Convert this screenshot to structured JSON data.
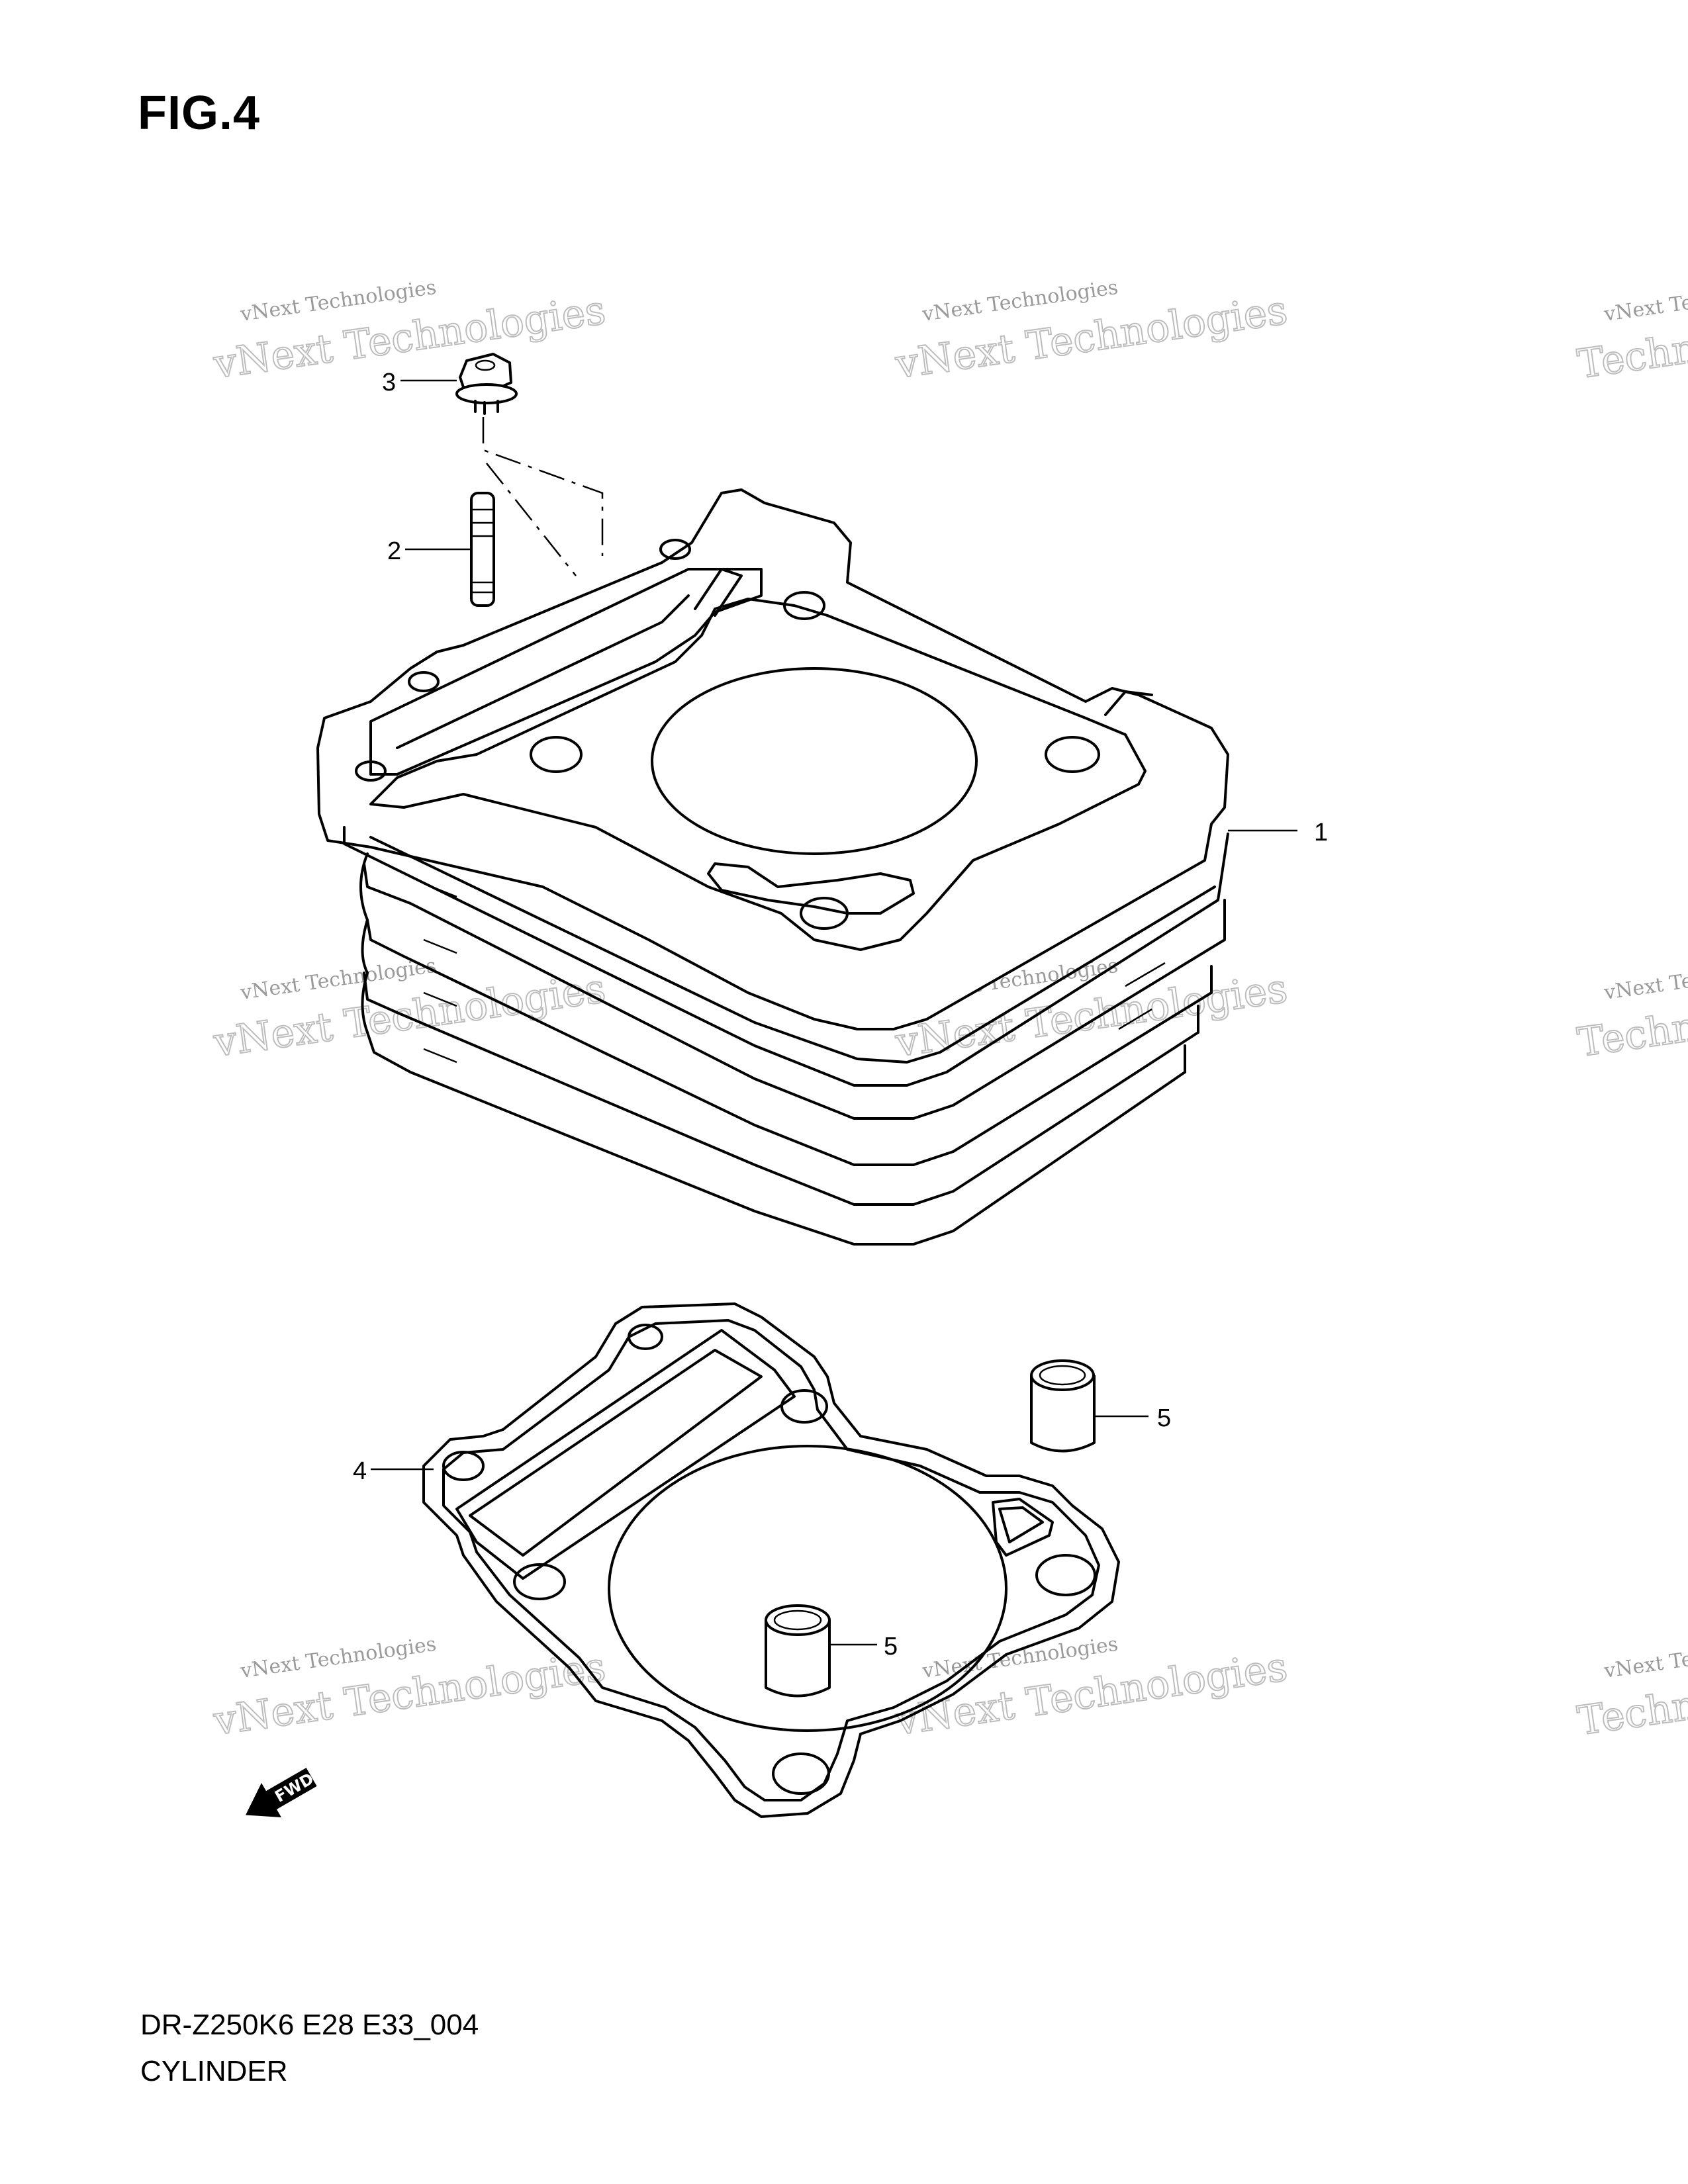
{
  "figure": {
    "title": "FIG.4",
    "model_code": "DR-Z250K6 E28 E33_004",
    "section_name": "CYLINDER"
  },
  "callouts": {
    "cylinder": "1",
    "stud": "2",
    "nut": "3",
    "gasket": "4",
    "dowel_pin_upper": "5",
    "dowel_pin_lower": "5"
  },
  "watermark": {
    "line1": "vNext Technologies",
    "line2": "vNext Technologies"
  },
  "fwd_arrow": {
    "label": "FWD"
  }
}
